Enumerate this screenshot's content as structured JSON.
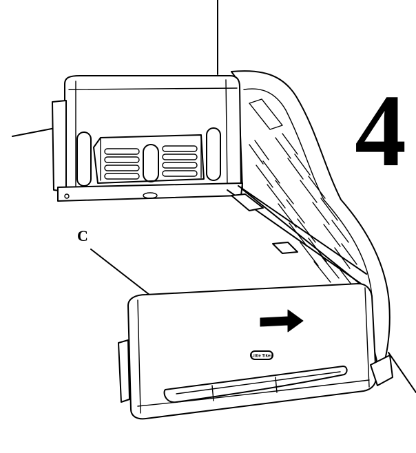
{
  "step": {
    "number": "4"
  },
  "callouts": [
    {
      "letter": "C"
    }
  ],
  "brand_logo_text": "Little Tikes",
  "colors": {
    "line": "#000000",
    "background": "#ffffff"
  },
  "icons": {
    "direction_arrow": "arrow-right-icon"
  }
}
